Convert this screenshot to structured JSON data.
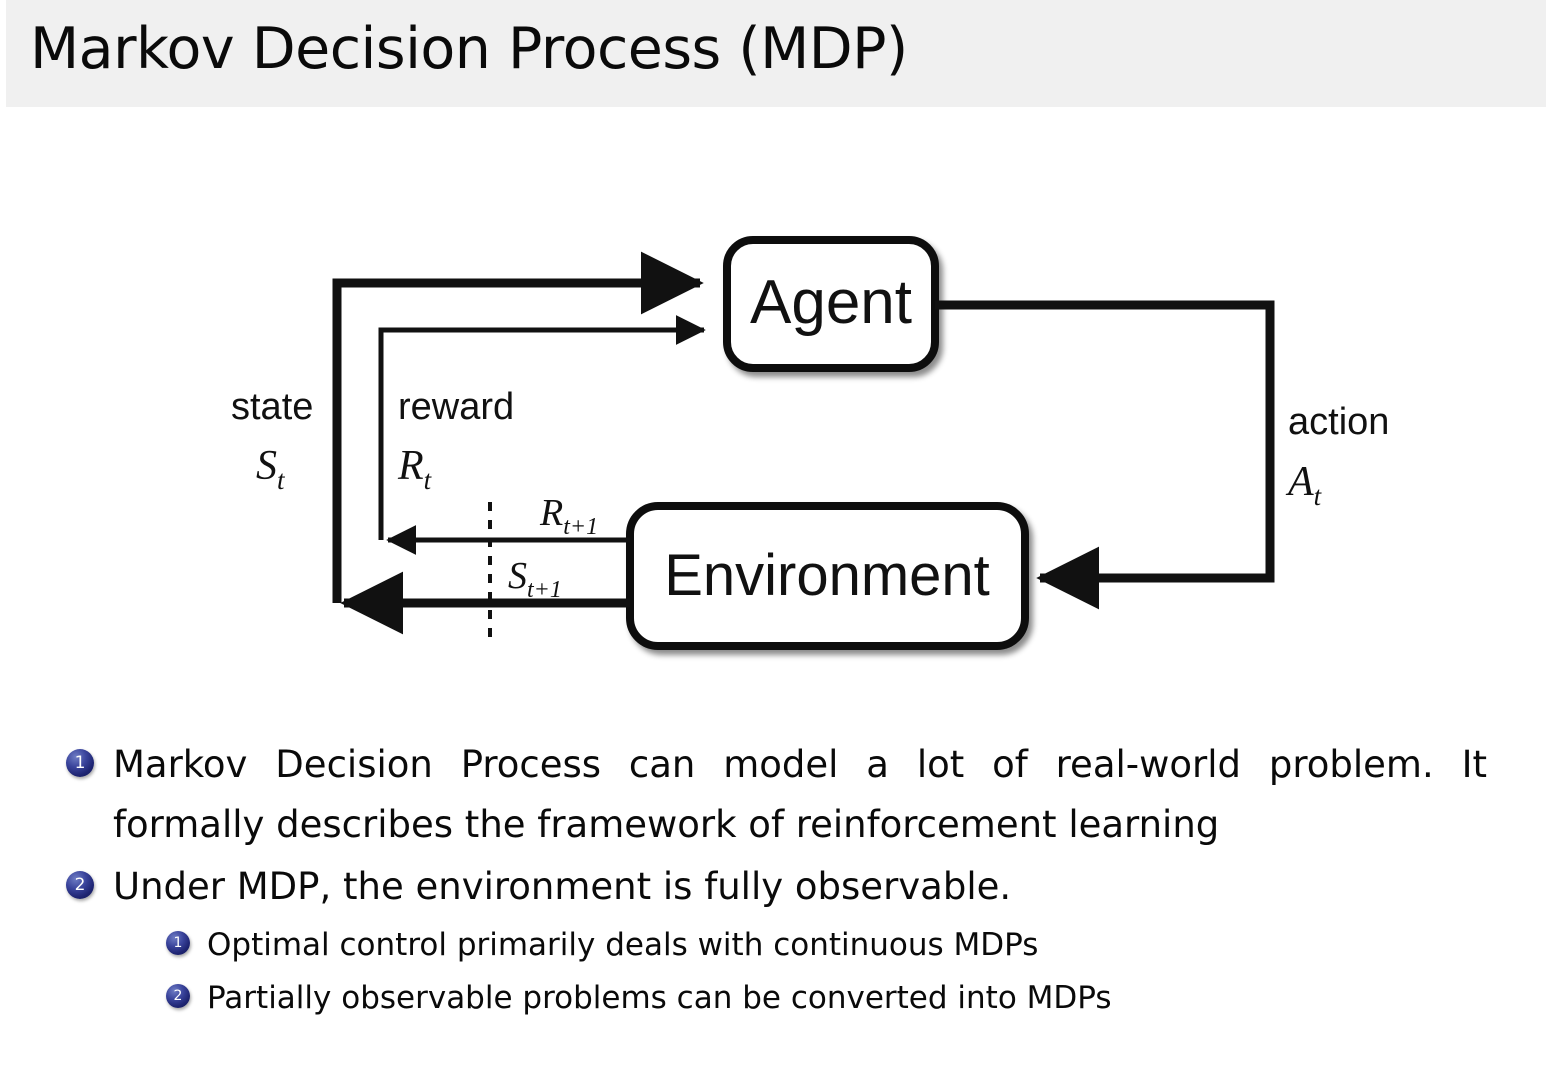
{
  "slide": {
    "title": "Markov Decision Process (MDP)",
    "header_bg": "#f0f0f0",
    "body_bg": "#ffffff",
    "text_color": "#0a0a0a",
    "marker_color": "#252a7e"
  },
  "diagram": {
    "name": "agent-environment-interaction-loop",
    "boxes": [
      {
        "id": "agent",
        "label": "Agent"
      },
      {
        "id": "environment",
        "label": "Environment"
      }
    ],
    "labels": {
      "state_word": "state",
      "state_symbol": "S",
      "state_sub": "t",
      "reward_word": "reward",
      "reward_symbol": "R",
      "reward_sub": "t",
      "action_word": "action",
      "action_symbol": "A",
      "action_sub": "t",
      "reward_next_symbol": "R",
      "reward_next_sub": "t+1",
      "state_next_symbol": "S",
      "state_next_sub": "t+1"
    }
  },
  "bullets": [
    {
      "marker": "1",
      "level": 1,
      "text": "Markov Decision Process can model a lot of real-world problem. It formally describes the framework of reinforcement learning"
    },
    {
      "marker": "2",
      "level": 1,
      "text": "Under MDP, the environment is fully observable."
    },
    {
      "marker": "1",
      "level": 2,
      "text": "Optimal control primarily deals with continuous MDPs"
    },
    {
      "marker": "2",
      "level": 2,
      "text": "Partially observable problems can be converted into MDPs"
    }
  ]
}
